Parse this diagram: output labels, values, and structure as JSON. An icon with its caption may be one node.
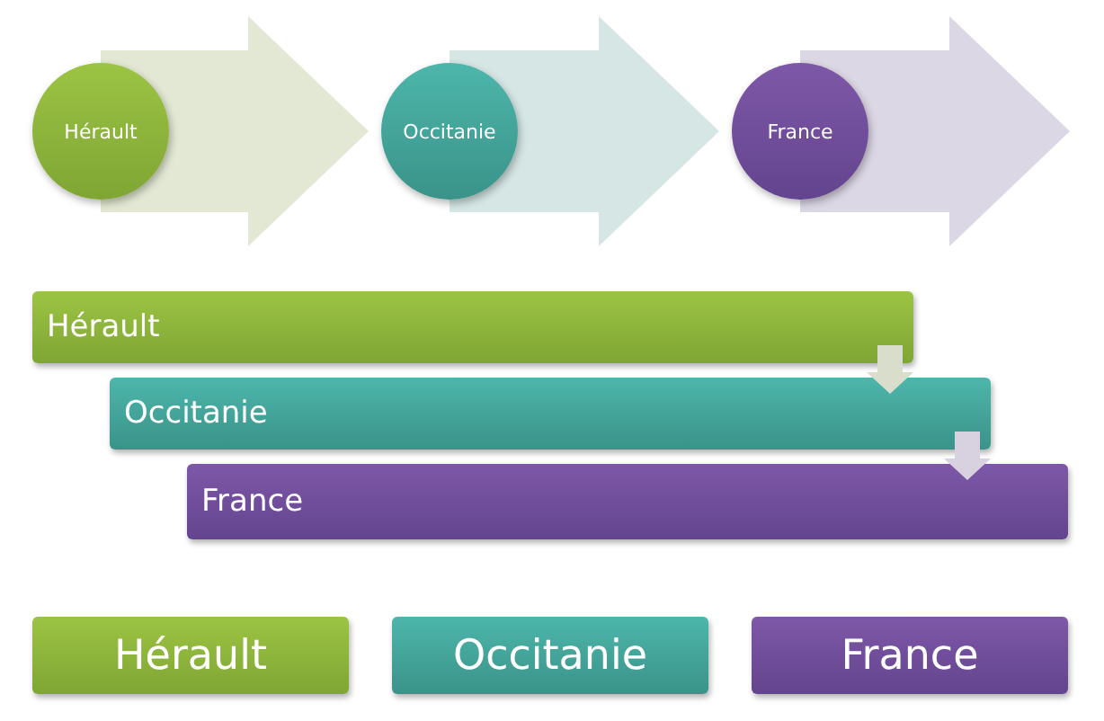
{
  "diagram": {
    "nodes": [
      {
        "text": [
          "Hérault"
        ]
      },
      {
        "text": [
          "Occitanie"
        ]
      },
      {
        "text": [
          "France"
        ]
      },
      {
        "text": [
          "Hérault"
        ]
      },
      {
        "text": [
          "Occitanie"
        ]
      },
      {
        "text": [
          "France"
        ]
      },
      {
        "text": [
          "Hérault"
        ]
      },
      {
        "text": [
          "Occitanie"
        ]
      },
      {
        "text": [
          "France"
        ]
      }
    ],
    "edges": [
      {
        "from": 0,
        "to": 1,
        "arrow": "to"
      },
      {
        "from": 1,
        "to": 2,
        "arrow": "to"
      },
      {
        "from": 2,
        "to": null,
        "arrow": "to"
      },
      {
        "from": 3,
        "to": 4,
        "arrow": "to"
      },
      {
        "from": 4,
        "to": 5,
        "arrow": "to"
      }
    ]
  }
}
